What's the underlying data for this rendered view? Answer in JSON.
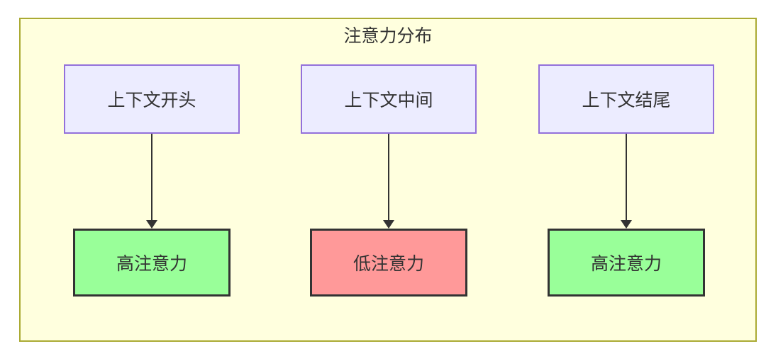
{
  "diagram": {
    "title": "注意力分布",
    "columns": [
      {
        "source": "上下文开头",
        "result": "高注意力",
        "status": "high"
      },
      {
        "source": "上下文中间",
        "result": "低注意力",
        "status": "low"
      },
      {
        "source": "上下文结尾",
        "result": "高注意力",
        "status": "high"
      }
    ],
    "colors": {
      "cluster_fill": "#ffffde",
      "cluster_border": "#aaaa33",
      "source_fill": "#ececff",
      "source_border": "#9370db",
      "high_attention_fill": "#99ff99",
      "low_attention_fill": "#ff9999",
      "result_border": "#333333",
      "arrow": "#333333",
      "text": "#333333"
    }
  }
}
